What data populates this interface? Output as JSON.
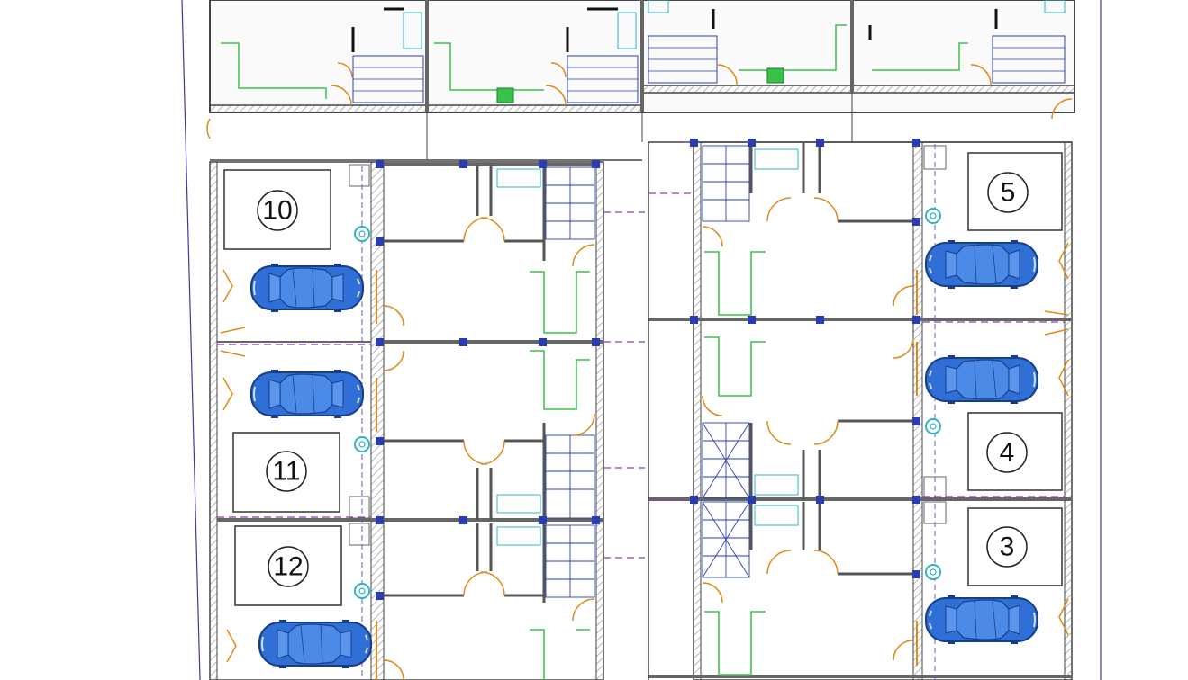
{
  "plan": {
    "units": [
      {
        "id": "u10",
        "label": "10"
      },
      {
        "id": "u11",
        "label": "11"
      },
      {
        "id": "u12",
        "label": "12"
      },
      {
        "id": "u5",
        "label": "5"
      },
      {
        "id": "u4",
        "label": "4"
      },
      {
        "id": "u3",
        "label": "3"
      }
    ],
    "cars": 6,
    "colors": {
      "wall": "#444444",
      "hatch": "#9a9a9a",
      "door": "#e08a1a",
      "furniture": "#39c24a",
      "stair": "#2a3db0",
      "fixture": "#2bb4c8",
      "car_body": "#2f6fd6",
      "car_dark": "#173f88",
      "dash_purple": "#8a3fb0",
      "slab_fill": "#f3f3f3"
    }
  }
}
